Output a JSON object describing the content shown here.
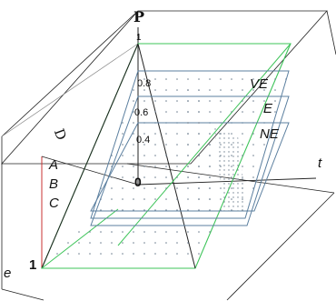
{
  "axes": {
    "p_label": "P",
    "t_label": "t",
    "d_label": "D",
    "e_label": "e",
    "origin_label": "0",
    "p_max_label": "1",
    "e_max_label": "1"
  },
  "ticks": [
    "0.8",
    "0.6",
    "0.4"
  ],
  "planes": [
    "VE",
    "E",
    "NE"
  ],
  "d_labels": [
    "A",
    "B",
    "C"
  ],
  "colors": {
    "line": "#111111",
    "pyramid_green": "#3ec45a",
    "plane_blue": "#5b7f9f",
    "d_axis_red": "#c83232",
    "dots": "#6e7f8f"
  }
}
